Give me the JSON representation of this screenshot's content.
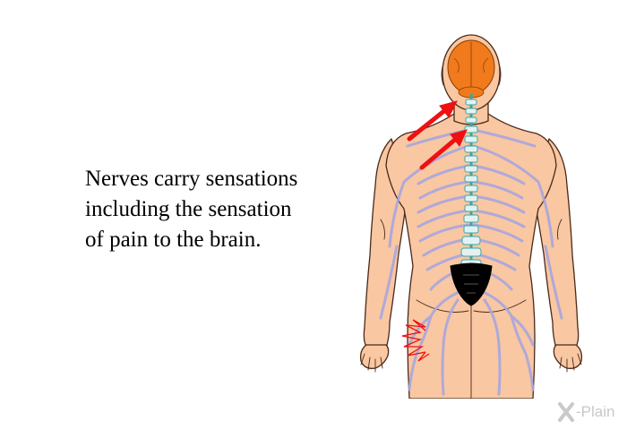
{
  "caption": {
    "line1": "Nerves carry sensations",
    "line2": "including the sensation",
    "line3": "of pain to the brain."
  },
  "brand": {
    "label": "-Plain"
  },
  "colors": {
    "skin": "#f9c7a1",
    "skin_outline": "#4a2a1a",
    "brain": "#f07a1c",
    "nerve": "#a8a6e0",
    "spine": "#e2f2f2",
    "spine_accent": "#3aa6a6",
    "sacrum": "#000000",
    "arrow": "#ee1111",
    "brand": "#c9c9c9"
  },
  "icons": [
    "x-plain-logo-icon",
    "pain-burst-icon",
    "pain-arrow-icon"
  ]
}
